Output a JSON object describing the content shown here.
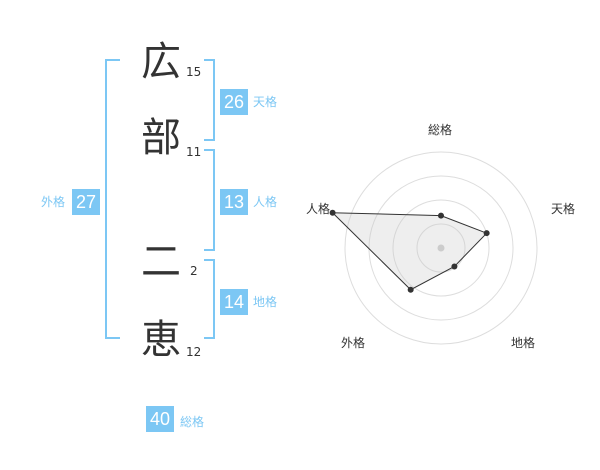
{
  "name": {
    "chars": [
      {
        "char": "広",
        "strokes": "15"
      },
      {
        "char": "部",
        "strokes": "11"
      },
      {
        "char": "二",
        "strokes": "2"
      },
      {
        "char": "恵",
        "strokes": "12"
      }
    ]
  },
  "fortune": {
    "tenkaku": {
      "value": "26",
      "label": "天格"
    },
    "jinkaku": {
      "value": "13",
      "label": "人格"
    },
    "chikaku": {
      "value": "14",
      "label": "地格"
    },
    "gaikaku": {
      "value": "27",
      "label": "外格"
    },
    "soukaku": {
      "value": "40",
      "label": "総格"
    }
  },
  "radar": {
    "axes": [
      "総格",
      "天格",
      "地格",
      "外格",
      "人格"
    ],
    "levels": 4,
    "values": [
      1.35,
      2.0,
      0.95,
      2.15,
      4.75
    ],
    "accent": "#7cc7f4"
  }
}
